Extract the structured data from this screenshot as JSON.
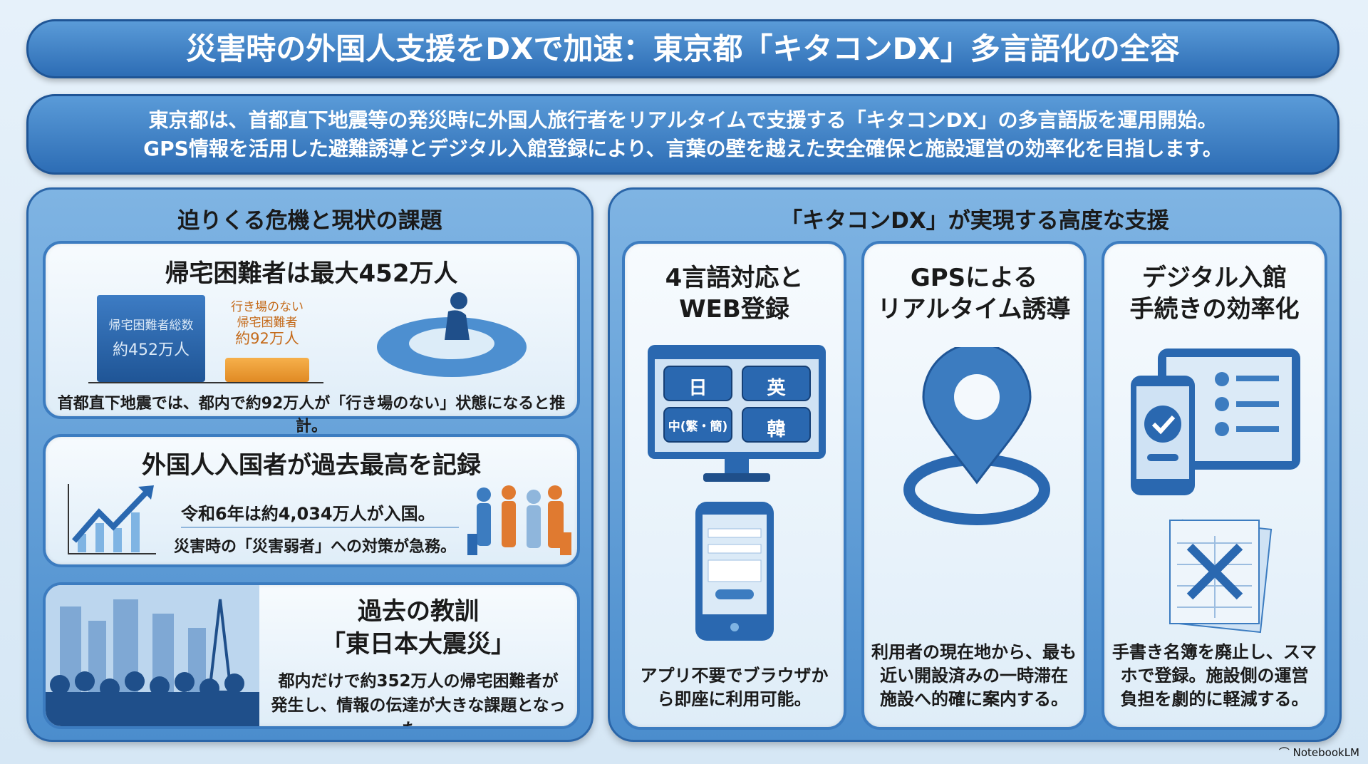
{
  "title": "災害時の外国人支援をDXで加速：東京都「キタコンDX」多言語化の全容",
  "summary": [
    "東京都は、首都直下地震等の発災時に外国人旅行者をリアルタイムで支援する「キタコンDX」の多言語版を運用開始。",
    "GPS情報を活用した避難誘導とデジタル入館登録により、言葉の壁を越えた安全確保と施設運営の効率化を目指します。"
  ],
  "left": {
    "heading": "迫りくる危機と現状の課題",
    "card1": {
      "title": "帰宅困難者は最大452万人",
      "bar_total": [
        "帰宅困難者総数",
        "約452万人"
      ],
      "bar_stranded": [
        "行き場のない",
        "帰宅困難者",
        "約92万人"
      ],
      "caption": "首都直下地震では、都内で約92万人が「行き場のない」状態になると推計。"
    },
    "card2": {
      "title": "外国人入国者が過去最高を記録",
      "line1": "令和6年は約4,034万人が入国。",
      "line2": "災害時の「災害弱者」への対策が急務。"
    },
    "card3": {
      "title": [
        "過去の教訓",
        "「東日本大震災」"
      ],
      "body": [
        "都内だけで約352万人の帰宅困難者が",
        "発生し、情報の伝達が大きな課題となった。"
      ]
    }
  },
  "right": {
    "heading": "「キタコンDX」が実現する高度な支援",
    "cards": [
      {
        "title": [
          "4言語対応と",
          "WEB登録"
        ],
        "langs": [
          "日",
          "英",
          "中(繁・簡)",
          "韓"
        ],
        "desc": [
          "アプリ不要でブラウザか",
          "ら即座に利用可能。"
        ]
      },
      {
        "title": [
          "GPSによる",
          "リアルタイム誘導"
        ],
        "desc": [
          "利用者の現在地から、最も",
          "近い開設済みの一時滞在",
          "施設へ的確に案内する。"
        ]
      },
      {
        "title": [
          "デジタル入館",
          "手続きの効率化"
        ],
        "desc": [
          "手書き名簿を廃止し、スマ",
          "ホで登録。施設側の運営",
          "負担を劇的に軽減する。"
        ]
      }
    ]
  },
  "footer": "NotebookLM"
}
